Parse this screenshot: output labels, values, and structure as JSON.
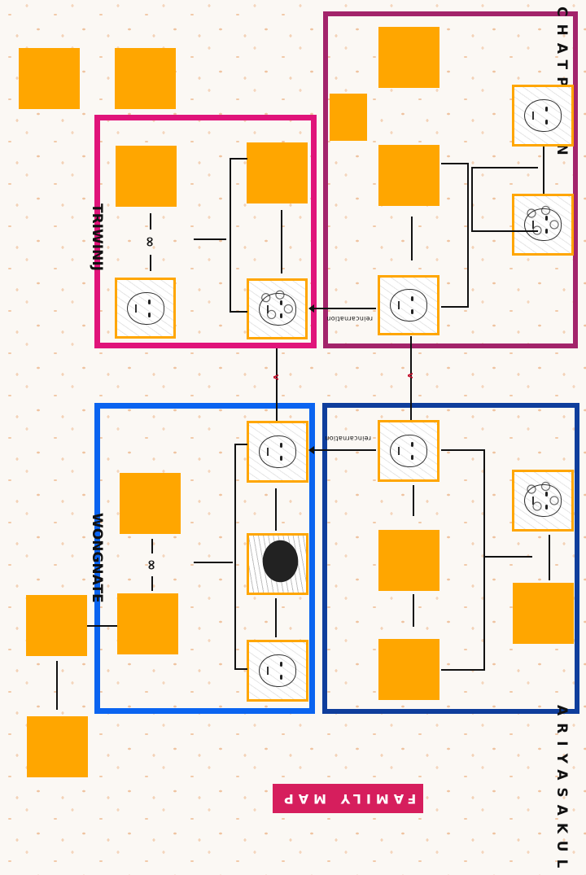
{
  "title": "FAMILY MAP",
  "families": [
    {
      "name": "CHATPOKIN",
      "color": "#a3246b"
    },
    {
      "name": "TRIWINIJ",
      "color": "#e0147a"
    },
    {
      "name": "ARIYASAKUL",
      "color": "#0f3e9c"
    },
    {
      "name": "WONGNATE",
      "color": "#0b64f0"
    }
  ],
  "marriage_symbol": "∞",
  "reincarnation_label": "reincarnation",
  "relation_marker": "v",
  "colors": {
    "box": "#ffa600",
    "line": "#111111",
    "banner": "#d61e5d"
  },
  "icons": [
    "portrait-photo",
    "infinity-symbol",
    "arrow"
  ]
}
